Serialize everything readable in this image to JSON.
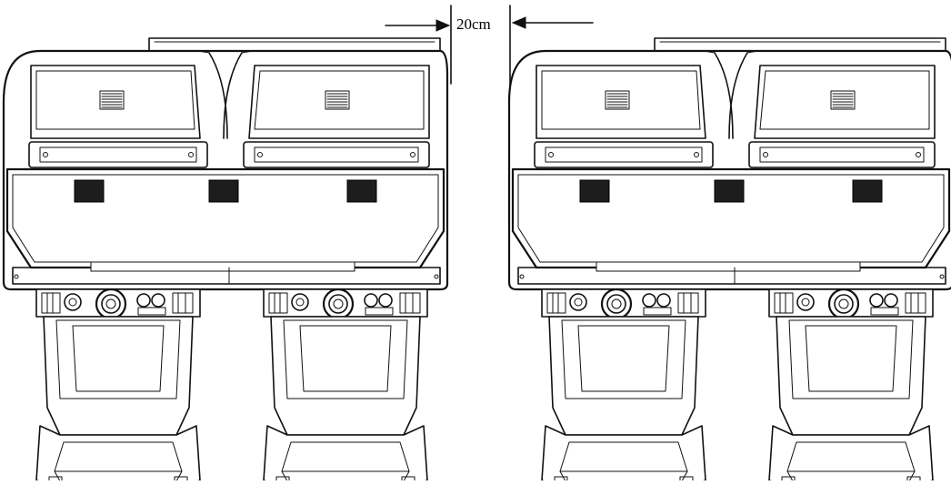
{
  "dimension": {
    "label": "20cm"
  },
  "colors": {
    "ink": "#111111",
    "background": "#ffffff"
  },
  "diagram": {
    "units": 2,
    "seats_per_unit": 2
  }
}
